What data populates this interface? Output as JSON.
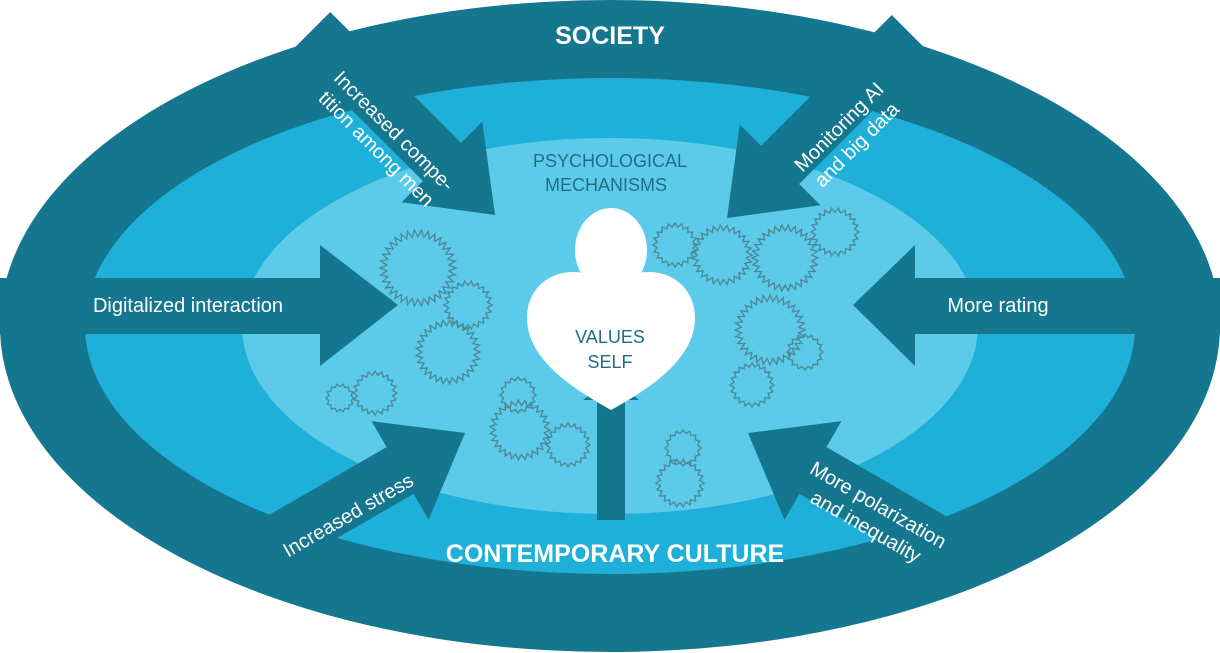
{
  "outer_label": "SOCIETY",
  "middle_label": "CONTEMPORARY CULTURE",
  "inner_label": [
    "PSYCHOLOGICAL",
    "MECHANISMS"
  ],
  "core_label": [
    "VALUES",
    "SELF"
  ],
  "forces": {
    "competition": [
      "Increased compe-",
      "tition among men"
    ],
    "monitoring": [
      "Monitoring AI",
      "and big data"
    ],
    "digital": [
      "Digitalized interaction"
    ],
    "rating": [
      "More rating"
    ],
    "stress": [
      "Increased stress"
    ],
    "polarization": [
      "More polarization",
      "and inequality"
    ]
  },
  "colors": {
    "outer": "#15778f",
    "middle": "#1eb0d8",
    "inner": "#5ccbea",
    "arrow": "#15778f",
    "figure": "#ffffff",
    "dark_text": "#1e6f86"
  },
  "icons": [
    "gear-icon",
    "person-icon",
    "heart-icon"
  ]
}
